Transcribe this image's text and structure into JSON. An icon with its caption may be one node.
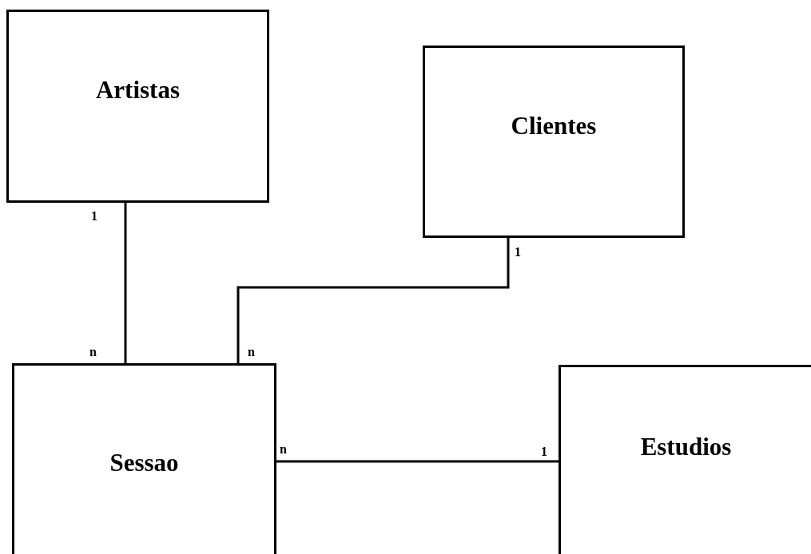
{
  "diagram": {
    "nodes": [
      {
        "text": [
          "Artistas"
        ]
      },
      {
        "text": [
          "Clientes"
        ]
      },
      {
        "text": [
          "Sessao"
        ]
      },
      {
        "text": [
          "Estudios"
        ]
      }
    ],
    "edges": [
      {
        "from": 0,
        "to": 2,
        "arrow": "none"
      },
      {
        "from": 1,
        "to": 2,
        "arrow": "none"
      },
      {
        "from": 2,
        "to": 3,
        "arrow": "none"
      }
    ],
    "labels": [
      "1",
      "1",
      "n",
      "n",
      "n",
      "1"
    ]
  }
}
